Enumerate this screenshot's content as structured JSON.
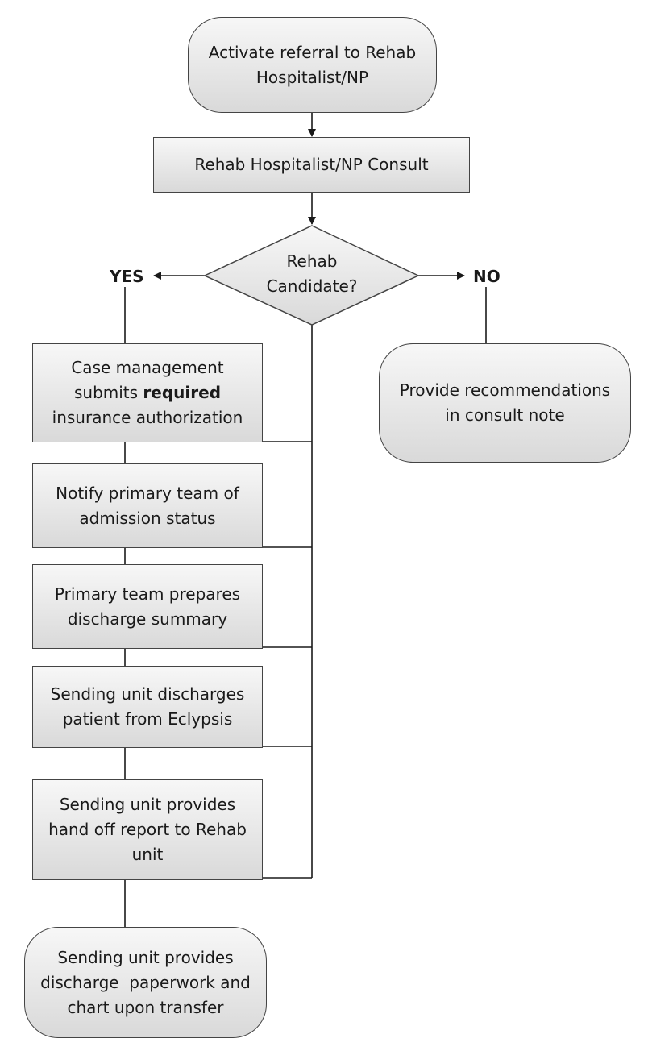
{
  "flowchart": {
    "start": [
      "Activate referral to Rehab",
      "Hospitalist/NP"
    ],
    "consult": [
      "Rehab Hospitalist/NP Consult"
    ],
    "decision": [
      "Rehab",
      "Candidate?"
    ],
    "yes_label": "YES",
    "no_label": "NO",
    "no_outcome": [
      "Provide recommendations",
      "in consult note"
    ],
    "case_management": {
      "before": "Case management",
      "submits": "submits ",
      "bold": "required",
      "after": "insurance authorization"
    },
    "notify": [
      "Notify primary team of",
      "admission status"
    ],
    "prepares": [
      "Primary team prepares",
      "discharge summary"
    ],
    "discharges": [
      "Sending unit discharges",
      "patient from Eclypsis"
    ],
    "handoff": [
      "Sending unit provides",
      "hand off report to Rehab",
      "unit"
    ],
    "final": [
      "Sending unit provides",
      "discharge  paperwork and",
      "chart upon transfer"
    ]
  }
}
